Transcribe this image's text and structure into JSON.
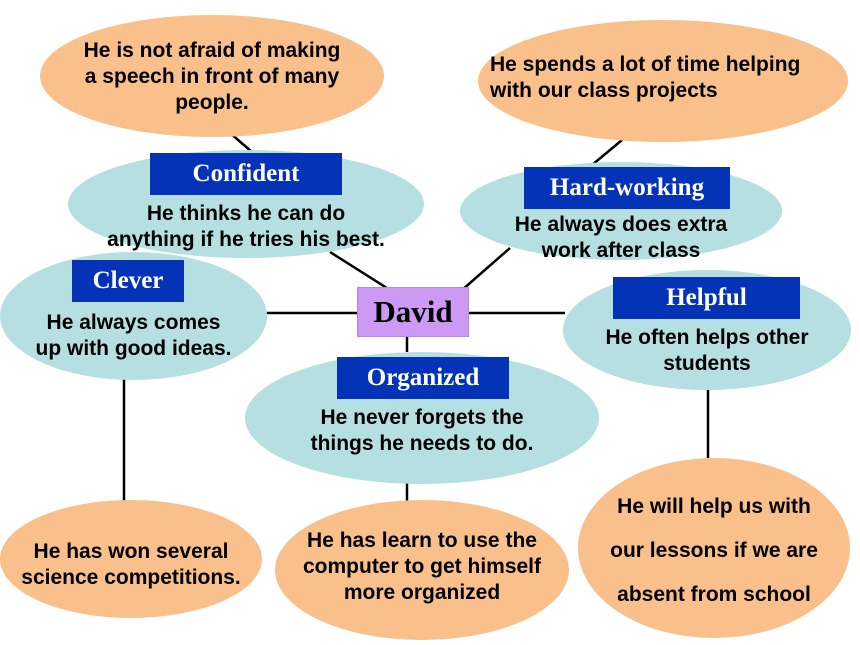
{
  "center": "David",
  "traits": [
    {
      "label": "Confident",
      "desc": "He thinks he can do\nanything if he tries his best.",
      "example": "He is not afraid of making\na speech in front of many\npeople."
    },
    {
      "label": "Hard-working",
      "desc": "He always does extra\nwork after class",
      "example": "He spends a lot of time helping\nwith our class projects"
    },
    {
      "label": "Clever",
      "desc": "He always comes\nup with good ideas.",
      "example": "He has won several\nscience competitions."
    },
    {
      "label": "Helpful",
      "desc": "He often helps other\nstudents",
      "example": "He will help us with\nour lessons if we are\nabsent from school"
    },
    {
      "label": "Organized",
      "desc": "He never forgets the\nthings he needs to do.",
      "example": "He has learn to use the\ncomputer to get himself\nmore organized"
    }
  ],
  "colors": {
    "example_bubble": "#f9c08b",
    "trait_bubble": "#b5dfe0",
    "label_box": "#0533b8",
    "center_box": "#cd99f4"
  }
}
